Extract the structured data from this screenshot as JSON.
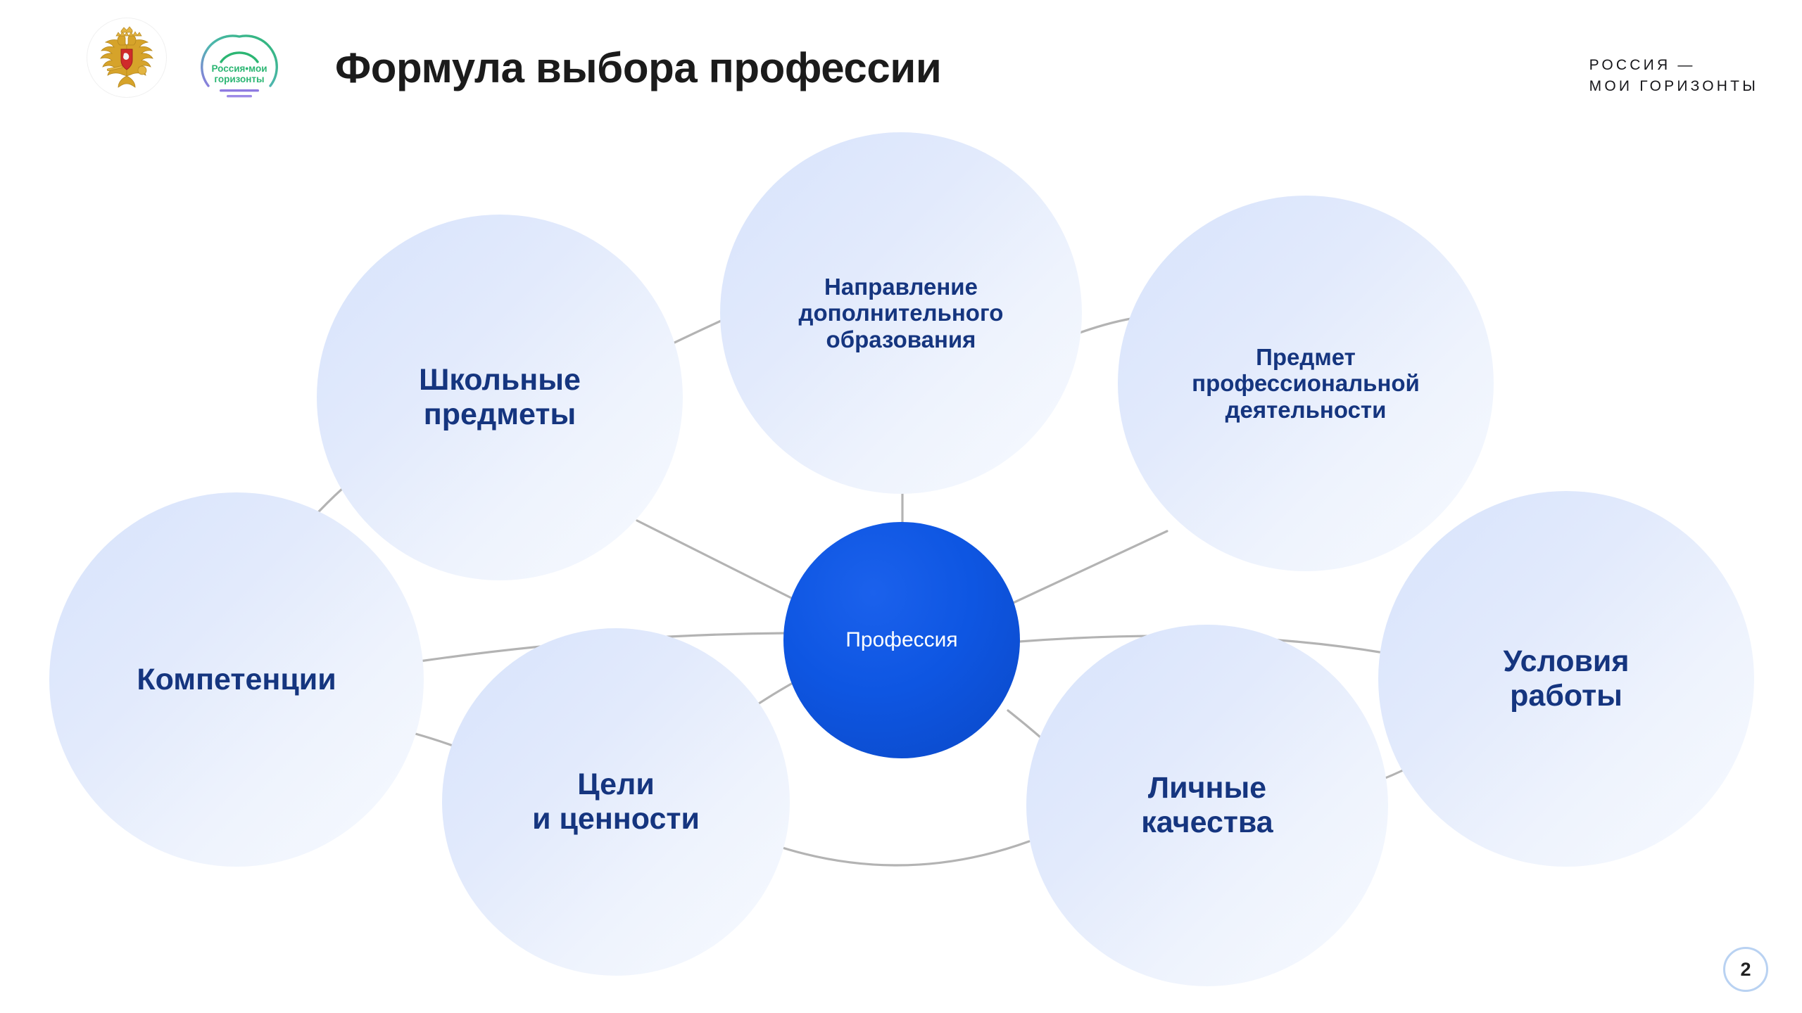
{
  "header": {
    "title": "Формула выбора профессии",
    "brand_line1": "РОССИЯ —",
    "brand_line2": "МОИ ГОРИЗОНТЫ",
    "emblem_icon": "russian-coat-of-arms-icon",
    "logo_icon": "rossiya-moi-gorizonty-logo-icon",
    "logo_text_line1": "Россия • мои",
    "logo_text_line2": "горизонты"
  },
  "diagram": {
    "center": {
      "id": "prof",
      "label": "Профессия",
      "color": "#0e56e2",
      "text_color": "#ffffff"
    },
    "nodes": [
      {
        "id": "extra",
        "label": "Направление\nдополнительного\nобразования"
      },
      {
        "id": "school",
        "label": "Школьные\nпредметы"
      },
      {
        "id": "subject",
        "label": "Предмет\nпрофессиональной\nдеятельности"
      },
      {
        "id": "comp",
        "label": "Компетенции"
      },
      {
        "id": "cond",
        "label": "Условия\nработы"
      },
      {
        "id": "goals",
        "label": "Цели\nи ценности"
      },
      {
        "id": "pers",
        "label": "Личные\nкачества"
      }
    ],
    "node_text_color": "#15357f",
    "node_fill_from": "#d7e3fb",
    "node_fill_to": "#f7fafe",
    "link_color": "#b3b3b3"
  },
  "footer": {
    "page_number": "2"
  }
}
